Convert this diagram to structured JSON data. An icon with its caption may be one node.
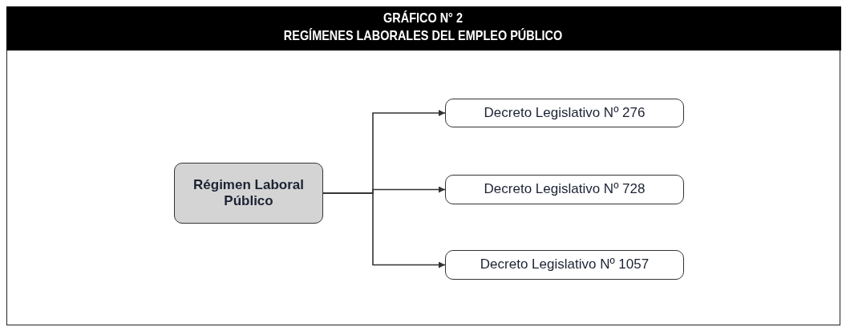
{
  "diagram": {
    "title": "GRÁFICO N° 2",
    "nodes": [
      {
        "text": [
          "Régimen Laboral Público"
        ]
      },
      {
        "text": [
          "Decreto Legislativo Nº 276"
        ]
      },
      {
        "text": [
          "Decreto Legislativo Nº 728"
        ]
      },
      {
        "text": [
          "Decreto Legislativo Nº 1057"
        ]
      }
    ],
    "edges": [
      {
        "from": 0,
        "to": 1,
        "arrow": "to"
      },
      {
        "from": 0,
        "to": 2,
        "arrow": "to"
      },
      {
        "from": 0,
        "to": 3,
        "arrow": "to"
      }
    ],
    "labels": [
      "REGÍMENES LABORALES DEL EMPLEO PÚBLICO"
    ]
  }
}
